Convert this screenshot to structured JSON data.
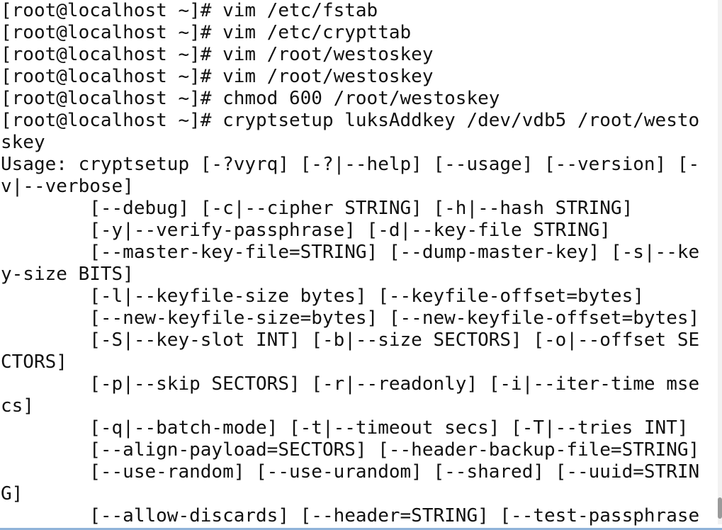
{
  "terminal": {
    "lines": [
      "[root@localhost ~]# vim /etc/fstab",
      "[root@localhost ~]# vim /etc/crypttab",
      "[root@localhost ~]# vim /root/westoskey",
      "[root@localhost ~]# vim /root/westoskey",
      "[root@localhost ~]# chmod 600 /root/westoskey",
      "[root@localhost ~]# cryptsetup luksAddkey /dev/vdb5 /root/westo",
      "skey",
      "Usage: cryptsetup [-?vyrq] [-?|--help] [--usage] [--version] [-",
      "v|--verbose]",
      "        [--debug] [-c|--cipher STRING] [-h|--hash STRING]",
      "        [-y|--verify-passphrase] [-d|--key-file STRING]",
      "        [--master-key-file=STRING] [--dump-master-key] [-s|--ke",
      "y-size BITS]",
      "        [-l|--keyfile-size bytes] [--keyfile-offset=bytes]",
      "        [--new-keyfile-size=bytes] [--new-keyfile-offset=bytes]",
      "        [-S|--key-slot INT] [-b|--size SECTORS] [-o|--offset SE",
      "CTORS]",
      "        [-p|--skip SECTORS] [-r|--readonly] [-i|--iter-time mse",
      "cs]",
      "        [-q|--batch-mode] [-t|--timeout secs] [-T|--tries INT]",
      "        [--align-payload=SECTORS] [--header-backup-file=STRING]",
      "        [--use-random] [--use-urandom] [--shared] [--uuid=STRIN",
      "G]",
      "        [--allow-discards] [--header=STRING] [--test-passphrase"
    ]
  }
}
